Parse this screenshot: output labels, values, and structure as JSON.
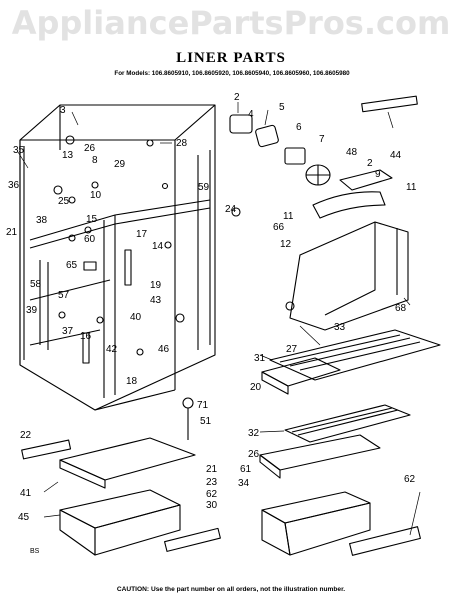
{
  "watermark": "AppliancePartsPros.com",
  "title": "LINER PARTS",
  "models_line": "For Models: 106.8605910, 106.8605920, 106.8605940, 106.8605960, 106.8605980",
  "caution_label": "CAUTION:",
  "caution_text": "Use the part number on all orders, not the illustration number.",
  "page_code": "BS",
  "callouts": [
    "35",
    "3",
    "13",
    "26",
    "8",
    "29",
    "28",
    "2",
    "4",
    "5",
    "6",
    "7",
    "48",
    "2",
    "9",
    "11",
    "44",
    "36",
    "38",
    "25",
    "10",
    "15",
    "59",
    "24",
    "11",
    "66",
    "12",
    "21",
    "60",
    "17",
    "14",
    "65",
    "58",
    "57",
    "19",
    "43",
    "68",
    "39",
    "37",
    "16",
    "40",
    "42",
    "46",
    "33",
    "27",
    "31",
    "18",
    "62",
    "20",
    "71",
    "51",
    "22",
    "32",
    "26",
    "21",
    "61",
    "23",
    "34",
    "30",
    "41",
    "45",
    "62"
  ],
  "colors": {
    "ink": "#000000",
    "watermark": "#e2e2e2",
    "paper": "#ffffff"
  }
}
